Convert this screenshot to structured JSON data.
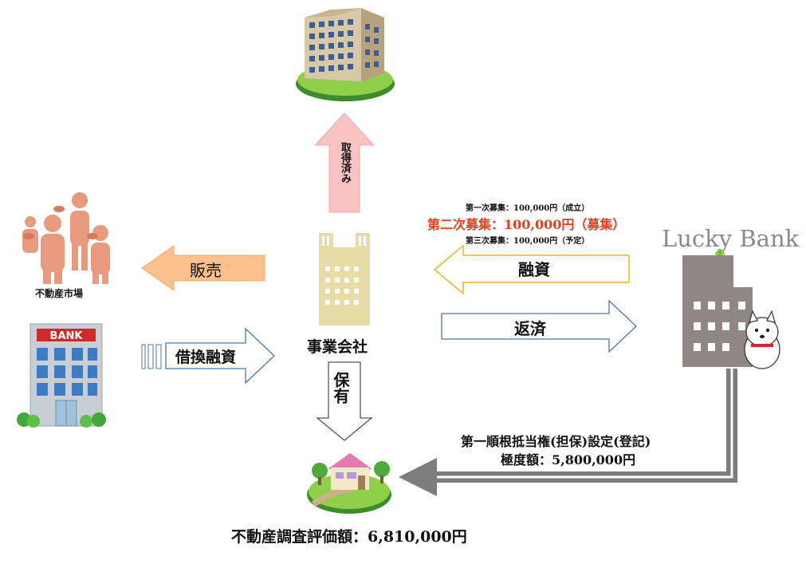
{
  "arrows": {
    "acquired_label": "取得済み",
    "sale_label": "販売",
    "refinance_label": "借換融資",
    "financing_label": "融資",
    "repayment_label": "返済",
    "holding_label": "保有"
  },
  "company": {
    "label": "事業会社"
  },
  "market": {
    "label": "不動産市場"
  },
  "bank_building": {
    "sign": "BANK"
  },
  "lucky_bank": {
    "logo_text_1": "Lucky ",
    "logo_text_2": "Bank"
  },
  "fundraising": {
    "first": "第一次募集：100,000円（成立）",
    "second": "第二次募集：100,000円（募集）",
    "third": "第三次募集：100,000円（予定）"
  },
  "mortgage": {
    "line1": "第一順根抵当権(担保)設定(登記)",
    "line2": "極度額：5,800,000円"
  },
  "property": {
    "appraisal": "不動産調査評価額：6,810,000円"
  },
  "colors": {
    "pink_arrow": "#f9c3c3",
    "orange_arrow": "#fbc08e",
    "company_building": "#e8dca6",
    "second_round": "#e2411c",
    "gray_building": "#8f8685",
    "people": "#e89a7f"
  }
}
